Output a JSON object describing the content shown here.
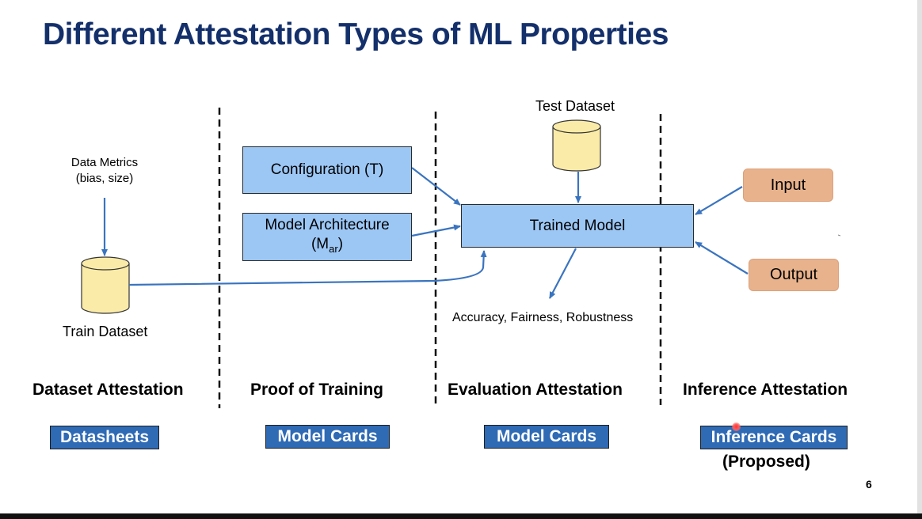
{
  "title": "Different Attestation Types of ML Properties",
  "page_number": "6",
  "diagram": {
    "data_metrics_line1": "Data Metrics",
    "data_metrics_line2": "(bias, size)",
    "train_dataset": "Train Dataset",
    "test_dataset": "Test Dataset",
    "configuration": "Configuration (T)",
    "model_architecture_line1": "Model Architecture",
    "model_architecture_sym": "(M",
    "model_architecture_sub": "ar",
    "model_architecture_close": ")",
    "trained_model": "Trained Model",
    "metrics_output": "Accuracy, Fairness, Robustness",
    "input": "Input",
    "output": "Output"
  },
  "sections": [
    {
      "label": "Dataset Attestation",
      "card": "Datasheets"
    },
    {
      "label": "Proof of Training",
      "card": "Model Cards"
    },
    {
      "label": "Evaluation Attestation",
      "card": "Model Cards"
    },
    {
      "label": "Inference Attestation",
      "card": "Inference Cards",
      "note": "(Proposed)"
    }
  ],
  "colors": {
    "title": "#14306b",
    "blue_box": "#9cc7f5",
    "orange_box": "#e8b38c",
    "cylinder": "#fbeba8",
    "arrow": "#3a74bf",
    "card_badge": "#2f6ab5"
  }
}
